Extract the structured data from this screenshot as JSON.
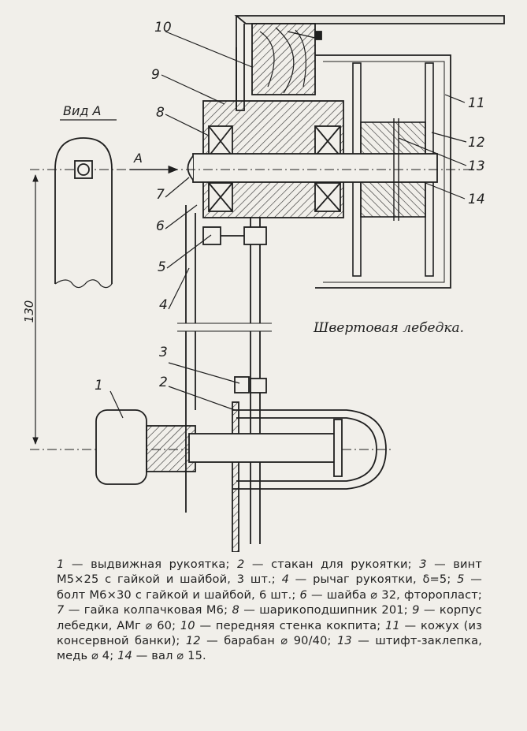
{
  "view_label": "Вид А",
  "arrow_label": "А",
  "dimension": "130",
  "figure_title": "Швертовая лебедка.",
  "callouts": [
    "1",
    "2",
    "3",
    "4",
    "5",
    "6",
    "7",
    "8",
    "9",
    "10",
    "11",
    "12",
    "13",
    "14"
  ],
  "legend": [
    {
      "n": "1",
      "text": "выдвижная рукоятка;"
    },
    {
      "n": "2",
      "text": "стакан для рукоятки;"
    },
    {
      "n": "3",
      "text": "винт М5×25 с гайкой и шайбой, 3 шт.;"
    },
    {
      "n": "4",
      "text": "рычаг рукоятки, δ=5;"
    },
    {
      "n": "5",
      "text": "болт М6×30 с гайкой и шайбой, 6 шт.;"
    },
    {
      "n": "6",
      "text": "шайба ⌀ 32, фторопласт;"
    },
    {
      "n": "7",
      "text": "гайка колпачковая М6;"
    },
    {
      "n": "8",
      "text": "шарикоподшипник 201;"
    },
    {
      "n": "9",
      "text": "корпус лебедки, АМг ⌀ 60;"
    },
    {
      "n": "10",
      "text": "передняя стенка кокпита;"
    },
    {
      "n": "11",
      "text": "кожух (из консервной банки);"
    },
    {
      "n": "12",
      "text": "барабан ⌀ 90/40;"
    },
    {
      "n": "13",
      "text": "штифт-заклепка, медь ⌀ 4;"
    },
    {
      "n": "14",
      "text": "вал ⌀ 15."
    }
  ]
}
